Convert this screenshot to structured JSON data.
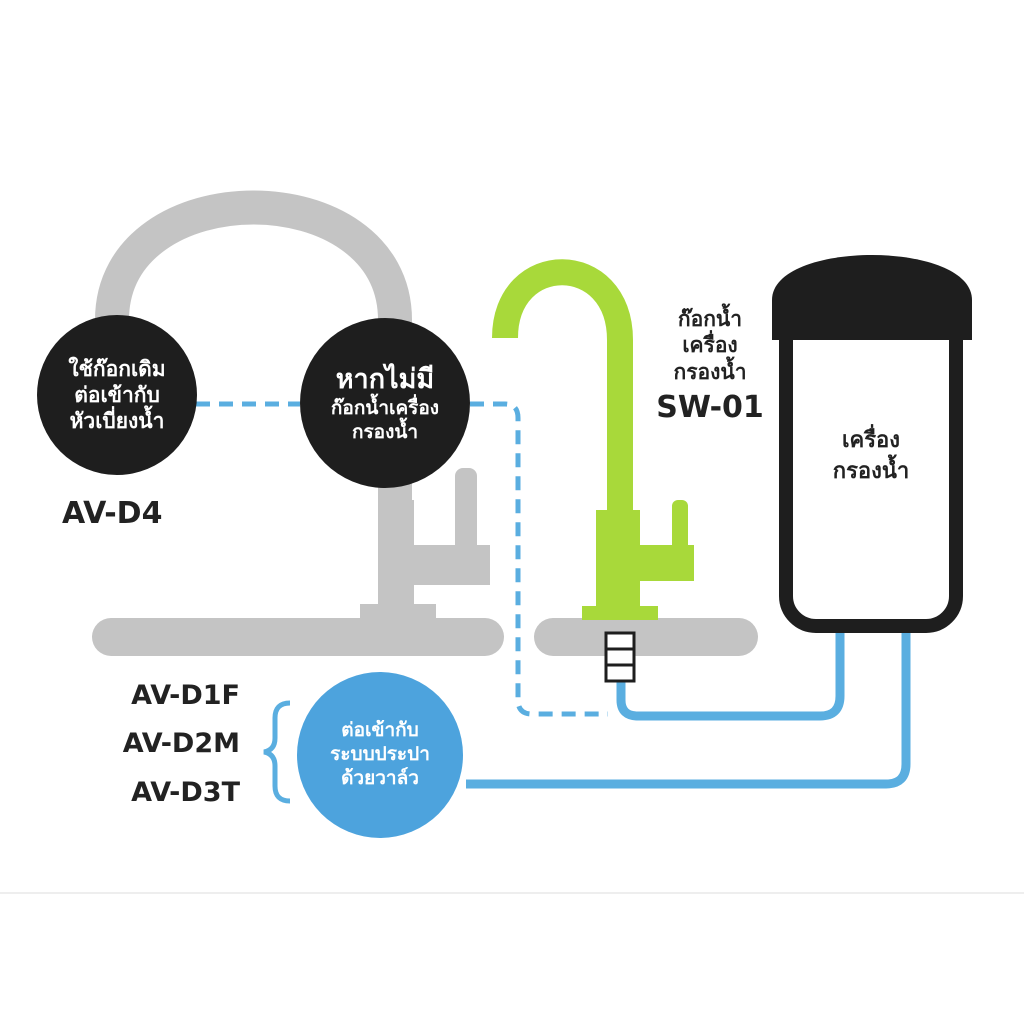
{
  "colors": {
    "faucet_gray": "#c4c4c4",
    "green_faucet": "#a8d93a",
    "dark": "#1e1e1e",
    "blue_pipe": "#5aaee0",
    "blue_circle": "#4da3dd",
    "background": "#ffffff"
  },
  "circles": {
    "existing_faucet": [
      "ใช้ก๊อกเดิม",
      "ต่อเข้ากับ",
      "หัวเบี่ยงน้ำ"
    ],
    "no_filter_faucet": [
      "หากไม่มี",
      "ก๊อกน้ำเครื่อง",
      "กรองน้ำ"
    ],
    "water_supply": [
      "ต่อเข้ากับ",
      "ระบบประปา",
      "ด้วยวาล์ว"
    ]
  },
  "models": {
    "av_d4": "AV-D4",
    "group": [
      "AV-D1F",
      "AV-D2M",
      "AV-D3T"
    ]
  },
  "filter_faucet": {
    "lines": [
      "ก๊อกน้ำ",
      "เครื่อง",
      "กรองน้ำ"
    ],
    "model": "SW-01"
  },
  "filter_unit": [
    "เครื่อง",
    "กรองน้ำ"
  ]
}
